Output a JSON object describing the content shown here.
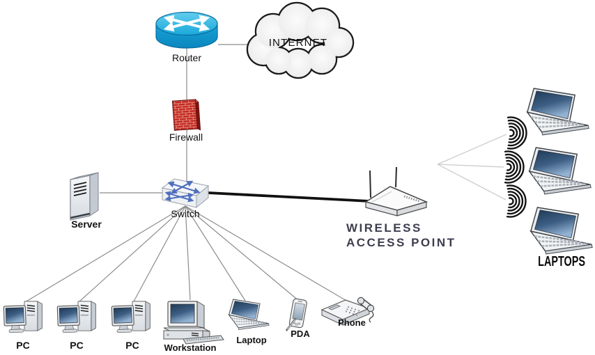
{
  "diagram": {
    "title": "Network diagram",
    "nodes": {
      "internet": {
        "label": "INTERNET",
        "type": "cloud"
      },
      "router": {
        "label": "Router",
        "type": "router"
      },
      "firewall": {
        "label": "Firewall",
        "type": "firewall"
      },
      "switch": {
        "label": "Switch",
        "type": "switch"
      },
      "server": {
        "label": "Server",
        "type": "server"
      },
      "wireless_access_point": {
        "label_line1": "WIRELESS",
        "label_line2": "ACCESS POINT",
        "type": "access-point"
      },
      "laptops_group": {
        "label": "LAPTOPS",
        "count": 3,
        "type": "laptop-group"
      },
      "pc1": {
        "label": "PC",
        "type": "pc"
      },
      "pc2": {
        "label": "PC",
        "type": "pc"
      },
      "pc3": {
        "label": "PC",
        "type": "pc"
      },
      "workstation": {
        "label": "Workstation",
        "type": "workstation"
      },
      "laptop": {
        "label": "Laptop",
        "type": "laptop"
      },
      "pda": {
        "label": "PDA",
        "type": "pda"
      },
      "phone": {
        "label": "Phone",
        "type": "phone"
      }
    },
    "edges": [
      {
        "from": "internet",
        "to": "router",
        "style": "thin-gray"
      },
      {
        "from": "router",
        "to": "firewall",
        "style": "thin-gray"
      },
      {
        "from": "firewall",
        "to": "switch",
        "style": "thin-gray"
      },
      {
        "from": "server",
        "to": "switch",
        "style": "thin-gray"
      },
      {
        "from": "switch",
        "to": "wireless_access_point",
        "style": "thick-black"
      },
      {
        "from": "switch",
        "to": "pc1",
        "style": "thin-gray"
      },
      {
        "from": "switch",
        "to": "pc2",
        "style": "thin-gray"
      },
      {
        "from": "switch",
        "to": "pc3",
        "style": "thin-gray"
      },
      {
        "from": "switch",
        "to": "workstation",
        "style": "thin-gray"
      },
      {
        "from": "switch",
        "to": "laptop",
        "style": "thin-gray"
      },
      {
        "from": "switch",
        "to": "pda",
        "style": "thin-gray"
      },
      {
        "from": "switch",
        "to": "phone",
        "style": "thin-gray"
      },
      {
        "from": "wireless_access_point",
        "to": "laptop_wireless_1",
        "style": "wireless-light-gray"
      },
      {
        "from": "wireless_access_point",
        "to": "laptop_wireless_2",
        "style": "wireless-light-gray"
      },
      {
        "from": "wireless_access_point",
        "to": "laptop_wireless_3",
        "style": "wireless-light-gray"
      }
    ],
    "colors": {
      "router_blue": "#12a0d4",
      "firewall_red": "#c42a22",
      "edge_gray": "#8c8c8c",
      "backbone_black": "#111111",
      "wireless_line_gray": "#cfcfcf",
      "wap_label": "#3d3d4f",
      "label_black": "#111111",
      "cloud_fill": "#f1f1f1",
      "screen_blue": "#3d5f84"
    }
  }
}
